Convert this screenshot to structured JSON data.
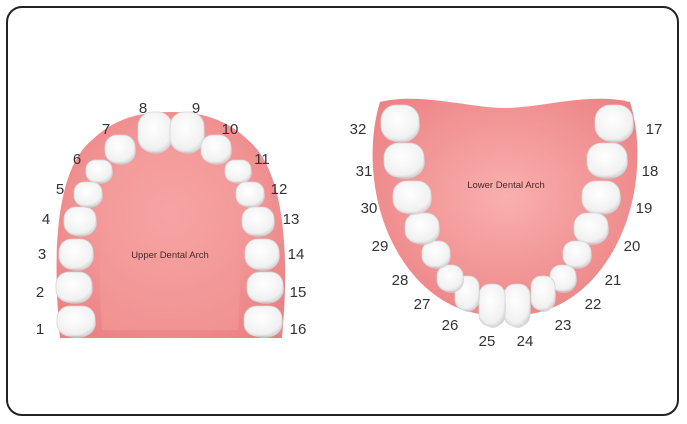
{
  "colors": {
    "frame_border": "#222222",
    "gum": "#f0888a",
    "gum_light": "#f7a4a4",
    "tooth": "#f7f7f7",
    "tooth_shadow": "#cfcfcf",
    "text": "#333333"
  },
  "upper": {
    "label": "Upper Dental Arch",
    "teeth": [
      "1",
      "2",
      "3",
      "4",
      "5",
      "6",
      "7",
      "8",
      "9",
      "10",
      "11",
      "12",
      "13",
      "14",
      "15",
      "16"
    ]
  },
  "lower": {
    "label": "Lower Dental Arch",
    "teeth": [
      "17",
      "18",
      "19",
      "20",
      "21",
      "22",
      "23",
      "24",
      "25",
      "26",
      "27",
      "28",
      "29",
      "30",
      "31",
      "32"
    ]
  }
}
